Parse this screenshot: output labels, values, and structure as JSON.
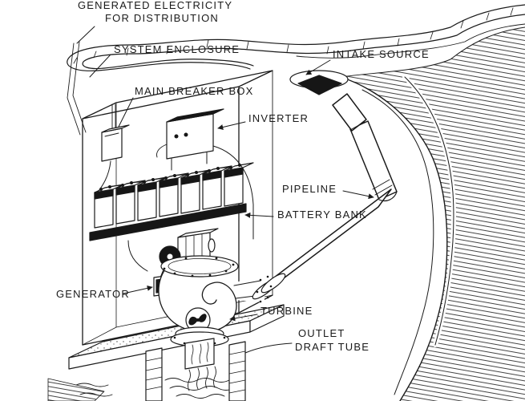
{
  "diagram": {
    "labels": {
      "generated_electricity_1": "GENERATED ELECTRICITY",
      "generated_electricity_2": "FOR DISTRIBUTION",
      "system_enclosure": "SYSTEM ENCLOSURE",
      "intake_source": "INTAKE SOURCE",
      "main_breaker_box": "MAIN BREAKER BOX",
      "inverter": "INVERTER",
      "pipeline": "PIPELINE",
      "battery_bank": "BATTERY BANK",
      "generator": "GENERATOR",
      "turbine": "TURBINE",
      "outlet_1": "OUTLET",
      "outlet_2": "DRAFT TUBE"
    },
    "colors": {
      "ink": "#1a1a1a",
      "paper": "#ffffff",
      "solid_fill": "#161616"
    }
  }
}
